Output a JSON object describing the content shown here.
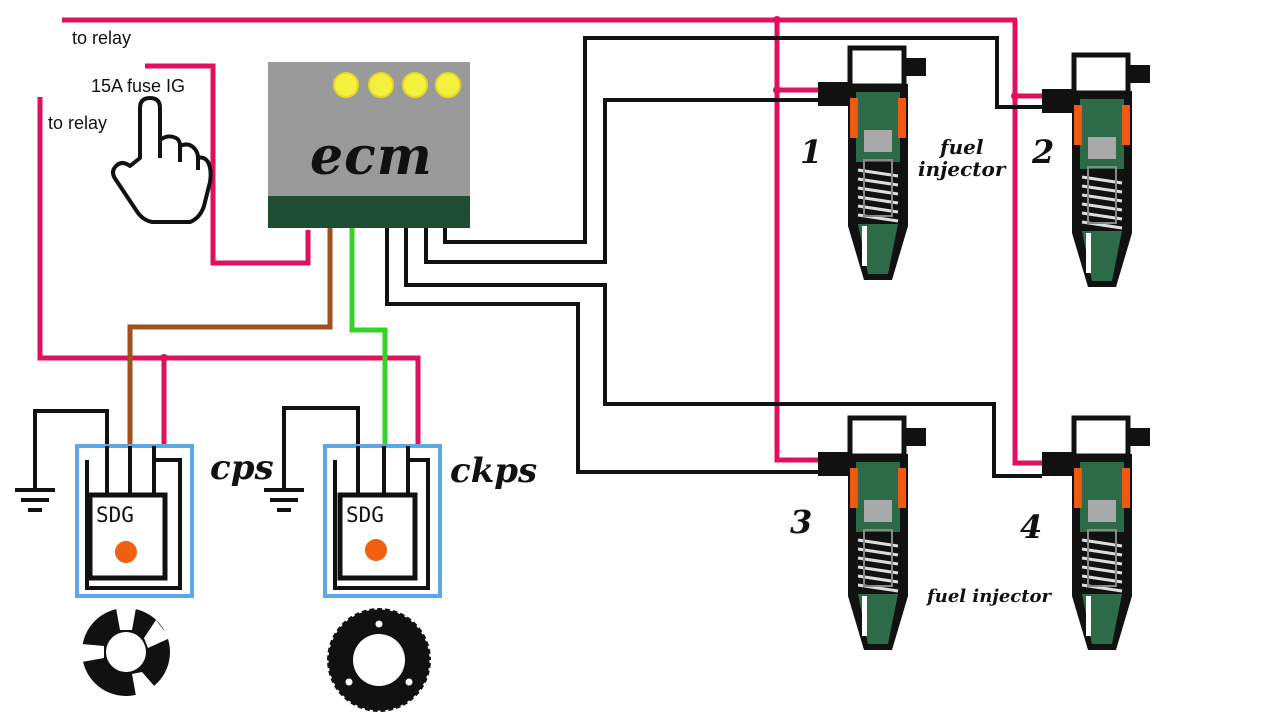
{
  "labels": {
    "to_relay_top": "to relay",
    "to_relay_left": "to relay",
    "fuse": "15A fuse IG",
    "ecm": "ecm",
    "cps": "cps",
    "ckps": "ckps",
    "sdg_cps": "SDG",
    "sdg_ckps": "SDG",
    "injector_upper": "fuel\ninjector",
    "injector_lower": "fuel injector"
  },
  "injector_numbers": [
    "1",
    "2",
    "3",
    "4"
  ],
  "colors": {
    "power_wire": "#e0105e",
    "ground_wire": "#111111",
    "cps_signal_wire": "#a0501a",
    "ckps_signal_wire": "#38d12a",
    "ecm_body": "#9a9a9a",
    "ecm_base": "#1f4d33",
    "ecm_leds": "#f4f040",
    "sensor_border": "#5aa8e6",
    "sensor_dot": "#f06010",
    "injector_body": "#2d6a47",
    "injector_accent": "#f05a10"
  },
  "icons": [
    "pointing-hand-icon",
    "ground-symbol-icon",
    "cam-reluctor-icon",
    "crank-reluctor-icon"
  ]
}
